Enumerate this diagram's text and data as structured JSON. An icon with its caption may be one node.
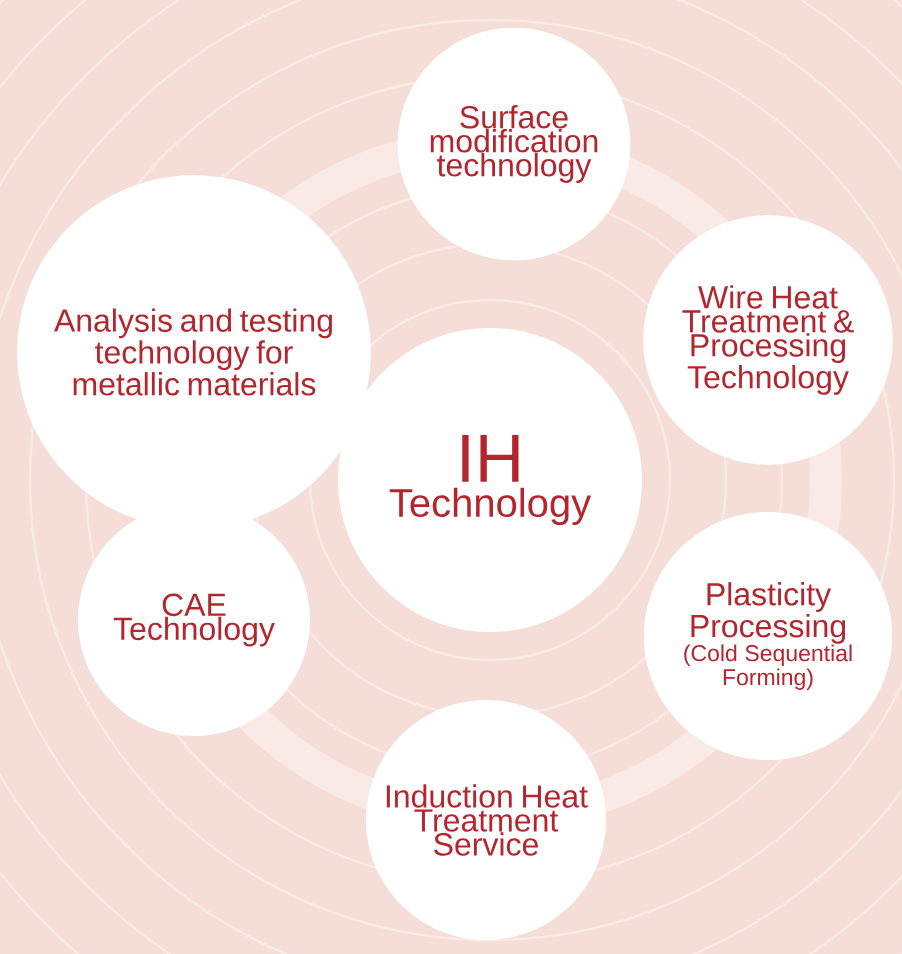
{
  "diagram": {
    "nodes": [
      {
        "text": [
          "IH",
          "Technology"
        ]
      },
      {
        "text": [
          "Surface modification technology"
        ]
      },
      {
        "text": [
          "Wire Heat Treatment & Processing Technology"
        ]
      },
      {
        "text": [
          "Analysis and testing technology for metallic materials"
        ]
      },
      {
        "text": [
          "Plasticity Processing",
          "(Cold Sequential Forming)"
        ]
      },
      {
        "text": [
          "CAE Technology"
        ]
      },
      {
        "text": [
          "Induction Heat Treatment Service"
        ]
      }
    ]
  }
}
